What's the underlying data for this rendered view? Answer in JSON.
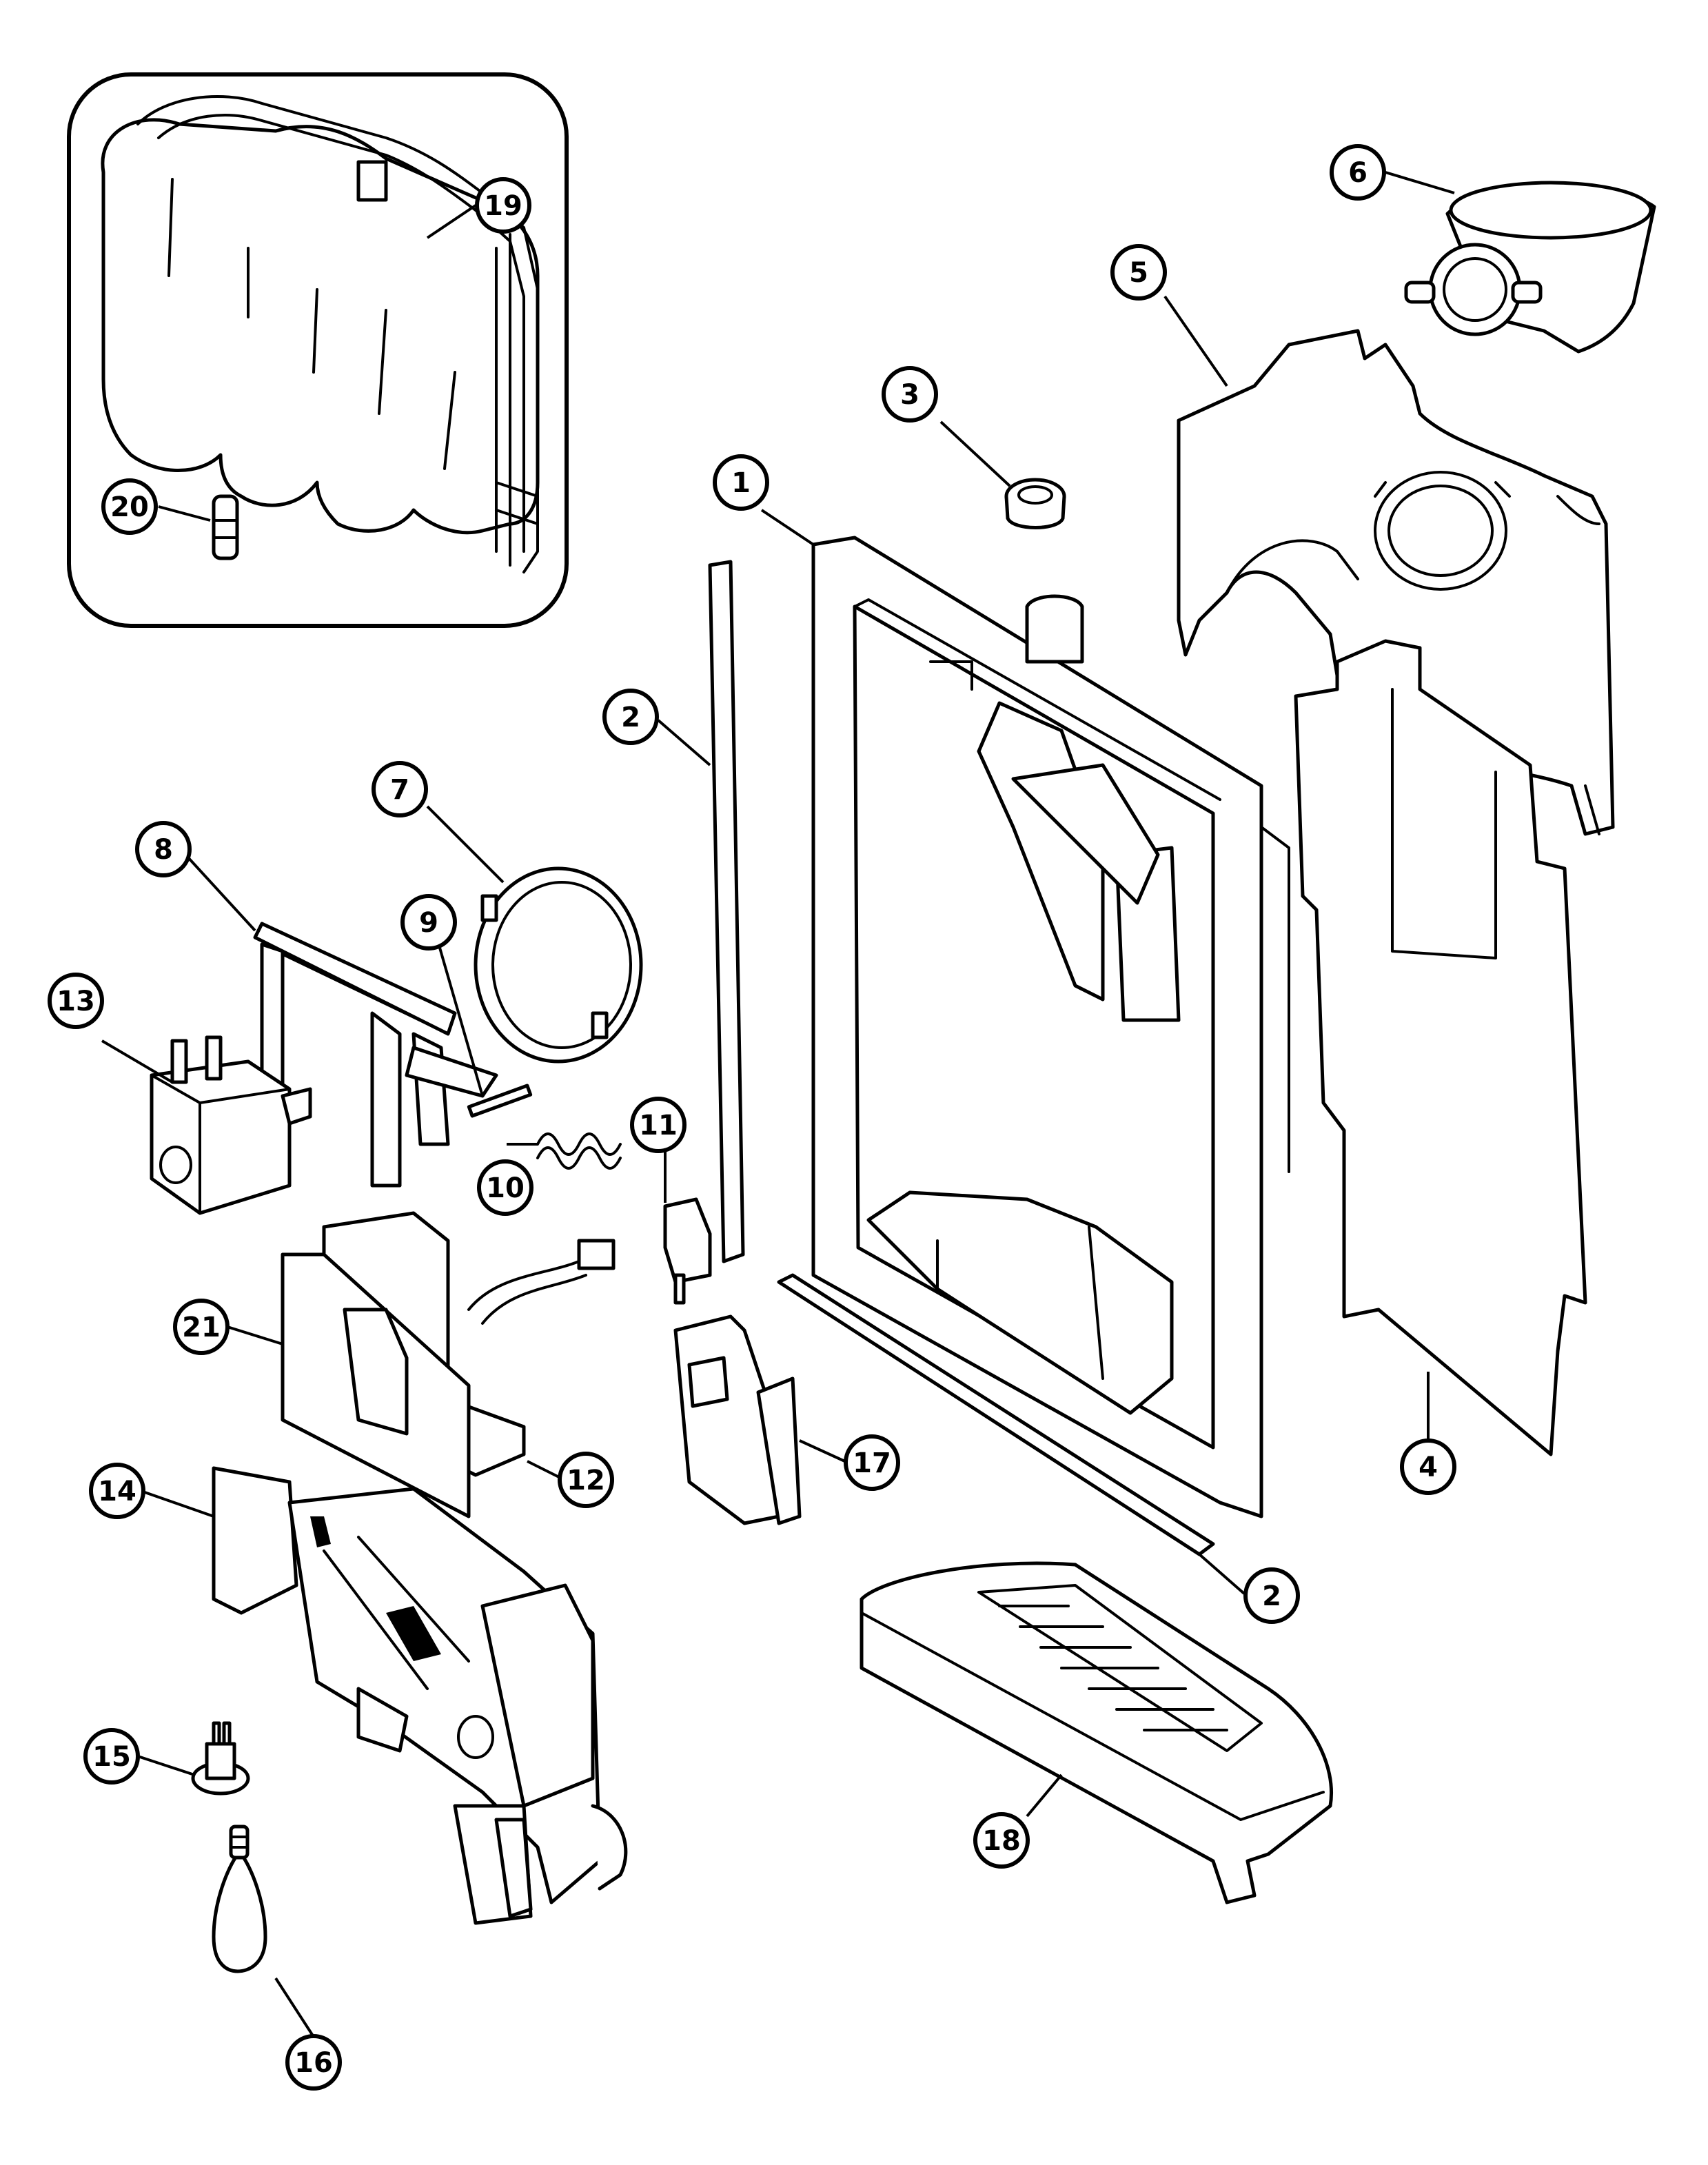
{
  "callouts": [
    {
      "id": "c1",
      "label": "1"
    },
    {
      "id": "c2a",
      "label": "2"
    },
    {
      "id": "c2b",
      "label": "2"
    },
    {
      "id": "c3",
      "label": "3"
    },
    {
      "id": "c4",
      "label": "4"
    },
    {
      "id": "c5",
      "label": "5"
    },
    {
      "id": "c6",
      "label": "6"
    },
    {
      "id": "c7",
      "label": "7"
    },
    {
      "id": "c8",
      "label": "8"
    },
    {
      "id": "c9",
      "label": "9"
    },
    {
      "id": "c10",
      "label": "10"
    },
    {
      "id": "c11",
      "label": "11"
    },
    {
      "id": "c12",
      "label": "12"
    },
    {
      "id": "c13",
      "label": "13"
    },
    {
      "id": "c14",
      "label": "14"
    },
    {
      "id": "c15",
      "label": "15"
    },
    {
      "id": "c16",
      "label": "16"
    },
    {
      "id": "c17",
      "label": "17"
    },
    {
      "id": "c18",
      "label": "18"
    },
    {
      "id": "c19",
      "label": "19"
    },
    {
      "id": "c20",
      "label": "20"
    },
    {
      "id": "c21",
      "label": "21"
    }
  ]
}
